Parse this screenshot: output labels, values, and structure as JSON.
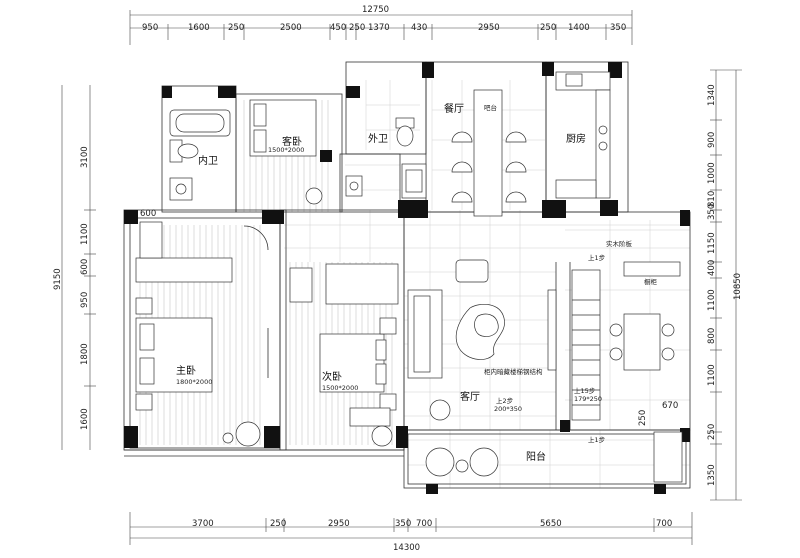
{
  "dimensions": {
    "top_total": "12750",
    "top_segments": [
      "950",
      "1600",
      "250",
      "2500",
      "450",
      "250",
      "1370",
      "430",
      "2950",
      "250",
      "1400",
      "350"
    ],
    "bottom_total": "14300",
    "bottom_segments": [
      "3700",
      "250",
      "2950",
      "350",
      "700",
      "5650",
      "700"
    ],
    "left_total": "9150",
    "left_segments": [
      "3100",
      "1100",
      "600",
      "950",
      "1800",
      "1600"
    ],
    "right_total": "10850",
    "right_segments": [
      "1340",
      "900",
      "1000",
      "810",
      "350",
      "1150",
      "400",
      "1100",
      "800",
      "1100",
      "250",
      "1350"
    ],
    "inner_600": "600",
    "inner_250": "250",
    "inner_670": "670"
  },
  "rooms": {
    "master_bath": "内卫",
    "guest_bedroom": "客卧",
    "guest_bed_size": "1500*2000",
    "outer_bath": "外卫",
    "dining": "餐厅",
    "bar": "吧台",
    "kitchen": "厨房",
    "master_bedroom": "主卧",
    "master_bed_size": "1800*2000",
    "second_bedroom": "次卧",
    "second_bed_size": "1500*2000",
    "living": "客厅",
    "balcony": "阳台"
  },
  "notes": {
    "wood_floor": "实木阶板",
    "step_up_1a": "上1步",
    "step_up_1b": "上1步",
    "cabinet": "橱柜",
    "cabinet_note": "柜内暗藏楼梯钢结构",
    "step_up_2": "上2步",
    "step_size_a": "200*350",
    "step_up_15": "上15步",
    "step_size_b": "179*250"
  }
}
